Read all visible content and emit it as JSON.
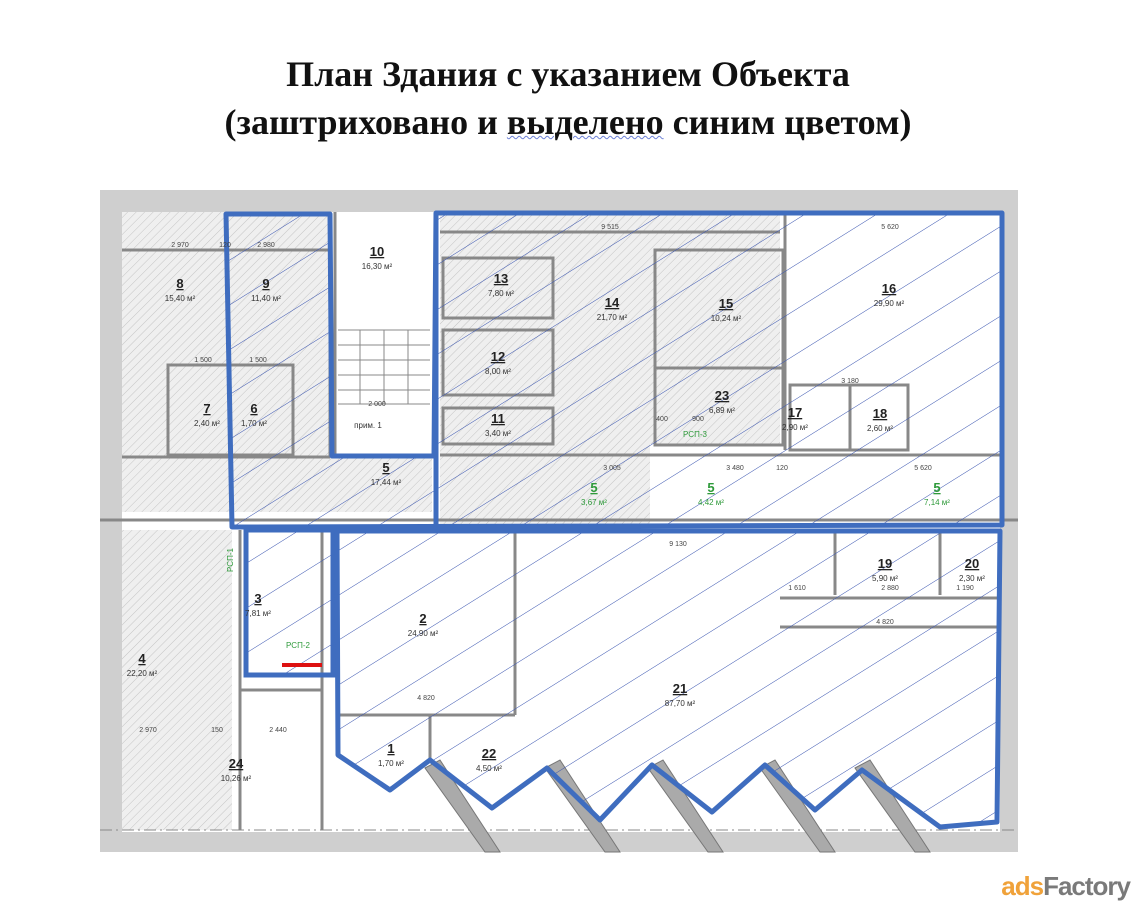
{
  "title": {
    "line1": "План Здания с указанием Объекта",
    "line2_before": "(заштриховано и ",
    "line2_underlined": "выделено",
    "line2_after": " синим цветом)"
  },
  "colors": {
    "highlight": "#3f6dbf",
    "hatch": "#3a55b0",
    "wall": "#bdbdbd",
    "green": "#2e9a3a",
    "red": "#d11"
  },
  "rooms": [
    {
      "n": "8",
      "area": "15,40 м²"
    },
    {
      "n": "9",
      "area": "11,40 м²"
    },
    {
      "n": "10",
      "area": "16,30 м²"
    },
    {
      "n": "13",
      "area": "7,80 м²"
    },
    {
      "n": "14",
      "area": "21,70 м²"
    },
    {
      "n": "15",
      "area": "10,24 м²"
    },
    {
      "n": "16",
      "area": "29,90 м²"
    },
    {
      "n": "12",
      "area": "8,00 м²"
    },
    {
      "n": "11",
      "area": "3,40 м²"
    },
    {
      "n": "23",
      "area": "6,89 м²"
    },
    {
      "n": "17",
      "area": "2,90 м²"
    },
    {
      "n": "18",
      "area": "2,60 м²"
    },
    {
      "n": "7",
      "area": "2,40 м²"
    },
    {
      "n": "6",
      "area": "1,70 м²"
    },
    {
      "n": "5",
      "area": "17,44 м²"
    },
    {
      "n": "5",
      "area": "3,67 м²"
    },
    {
      "n": "5",
      "area": "4,42 м²"
    },
    {
      "n": "5",
      "area": "7,14 м²"
    },
    {
      "n": "19",
      "area": "5,90 м²"
    },
    {
      "n": "20",
      "area": "2,30 м²"
    },
    {
      "n": "3",
      "area": "7,81 м²"
    },
    {
      "n": "2",
      "area": "24,90 м²"
    },
    {
      "n": "4",
      "area": "22,20 м²"
    },
    {
      "n": "21",
      "area": "87,70 м²"
    },
    {
      "n": "1",
      "area": "1,70 м²"
    },
    {
      "n": "22",
      "area": "4,50 м²"
    },
    {
      "n": "24",
      "area": "10,26 м²"
    }
  ],
  "labels": {
    "rsp1": "РСП-1",
    "rsp2": "РСП-2",
    "rsp3": "РСП-3",
    "note": "прим. 1"
  },
  "dimensions": [
    "2 970",
    "120",
    "2 980",
    "1 500",
    "1 500",
    "2 000",
    "9 515",
    "5 620",
    "3 180",
    "3 005",
    "3 480",
    "120",
    "5 620",
    "9 130",
    "1 610",
    "2 880",
    "1 190",
    "4 820",
    "2 970",
    "150",
    "2 440",
    "4 820",
    "900",
    "400"
  ],
  "watermark": {
    "brand_a": "ads",
    "brand_b": "Factory"
  }
}
